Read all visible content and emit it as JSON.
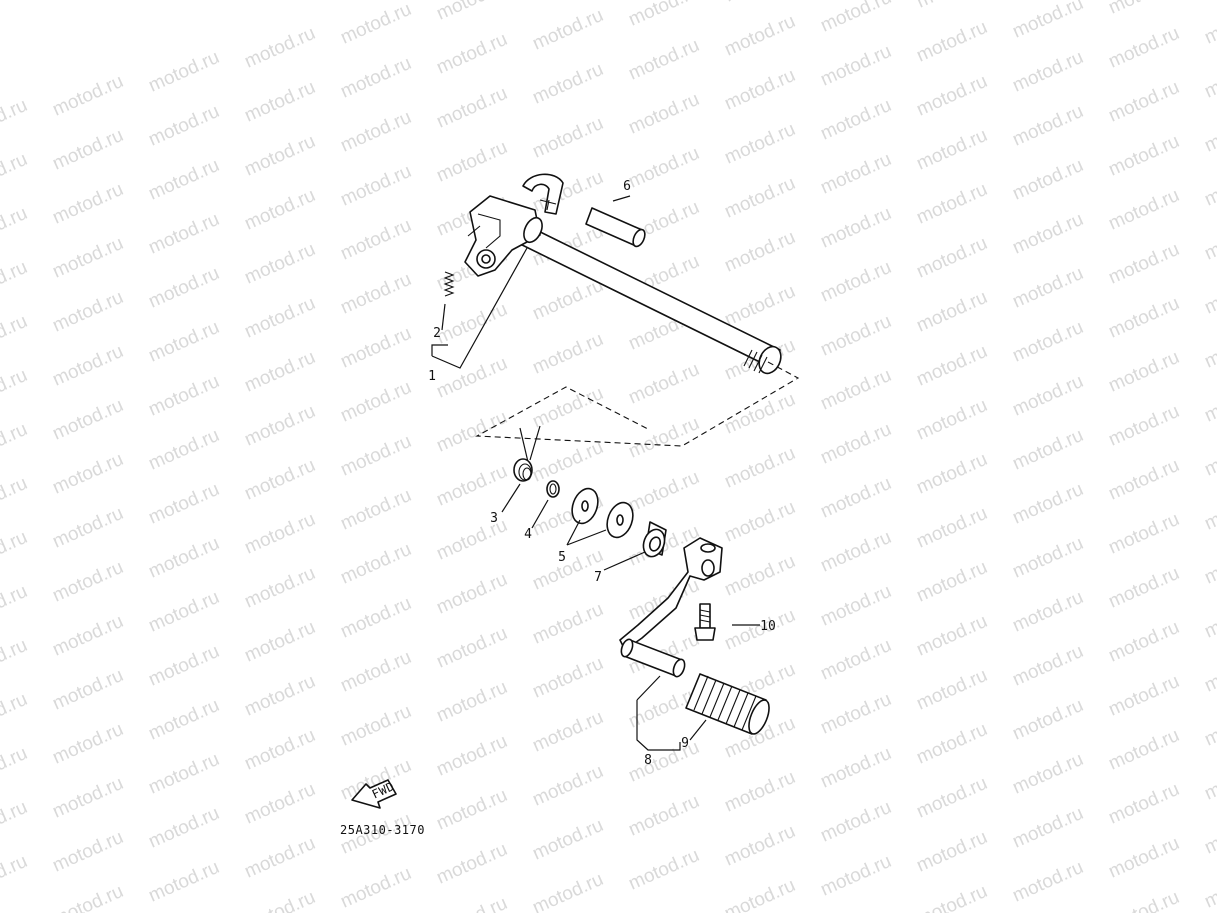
{
  "watermark": {
    "text": "motod.ru"
  },
  "callouts": [
    {
      "id": "1",
      "label": "1"
    },
    {
      "id": "2",
      "label": "2"
    },
    {
      "id": "3",
      "label": "3"
    },
    {
      "id": "4",
      "label": "4"
    },
    {
      "id": "5",
      "label": "5"
    },
    {
      "id": "6",
      "label": "6"
    },
    {
      "id": "7",
      "label": "7"
    },
    {
      "id": "8",
      "label": "8"
    },
    {
      "id": "9",
      "label": "9"
    },
    {
      "id": "10",
      "label": "10"
    }
  ],
  "fwd_label": "FWD",
  "diagram_code": "25A310-3170"
}
